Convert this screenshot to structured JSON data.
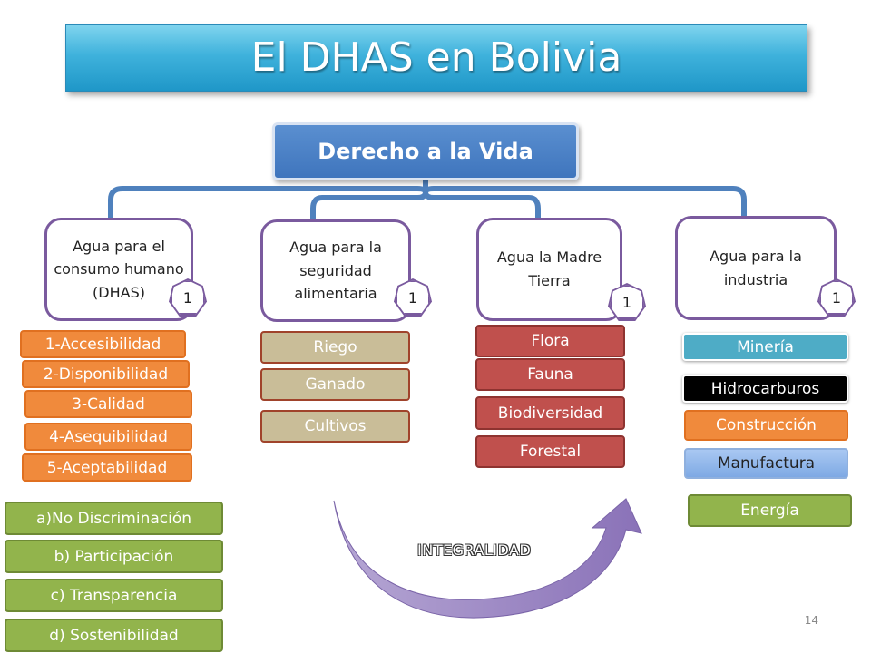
{
  "title": "El DHAS en Bolivia",
  "root": "Derecho a la Vida",
  "categories": [
    {
      "label": "Agua para el consumo humano (DHAS)",
      "badge": "1"
    },
    {
      "label": "Agua para la seguridad alimentaria",
      "badge": "1"
    },
    {
      "label": "Agua la Madre Tierra",
      "badge": "1"
    },
    {
      "label": "Agua para la industria",
      "badge": "1"
    }
  ],
  "dhas_items": [
    "1-Accesibilidad",
    "2-Disponibilidad",
    "3-Calidad",
    "4-Asequibilidad",
    "5-Aceptabilidad"
  ],
  "principles": [
    "a)No Discriminación",
    "b) Participación",
    "c) Transparencia",
    "d) Sostenibilidad"
  ],
  "food_items": [
    "Riego",
    "Ganado",
    "Cultivos"
  ],
  "earth_items": [
    "Flora",
    "Fauna",
    "Biodiversidad",
    "Forestal"
  ],
  "industry_items": [
    "Minería",
    "Hidrocarburos",
    "Construcción",
    "Manufactura",
    "Energía"
  ],
  "arrow_label": "INTEGRALIDAD",
  "page_number": "14",
  "colors": {
    "title_bg": "#3fb2dc",
    "root_bg": "#4f81bd",
    "connector": "#4f81bd",
    "category_border": "#7a5a9e",
    "orange": "#f08a3c",
    "tan": "#c9bd98",
    "red": "#c0504d",
    "green": "#92b44c",
    "teal": "#4eacc6",
    "arrow": "#9b86bf"
  }
}
